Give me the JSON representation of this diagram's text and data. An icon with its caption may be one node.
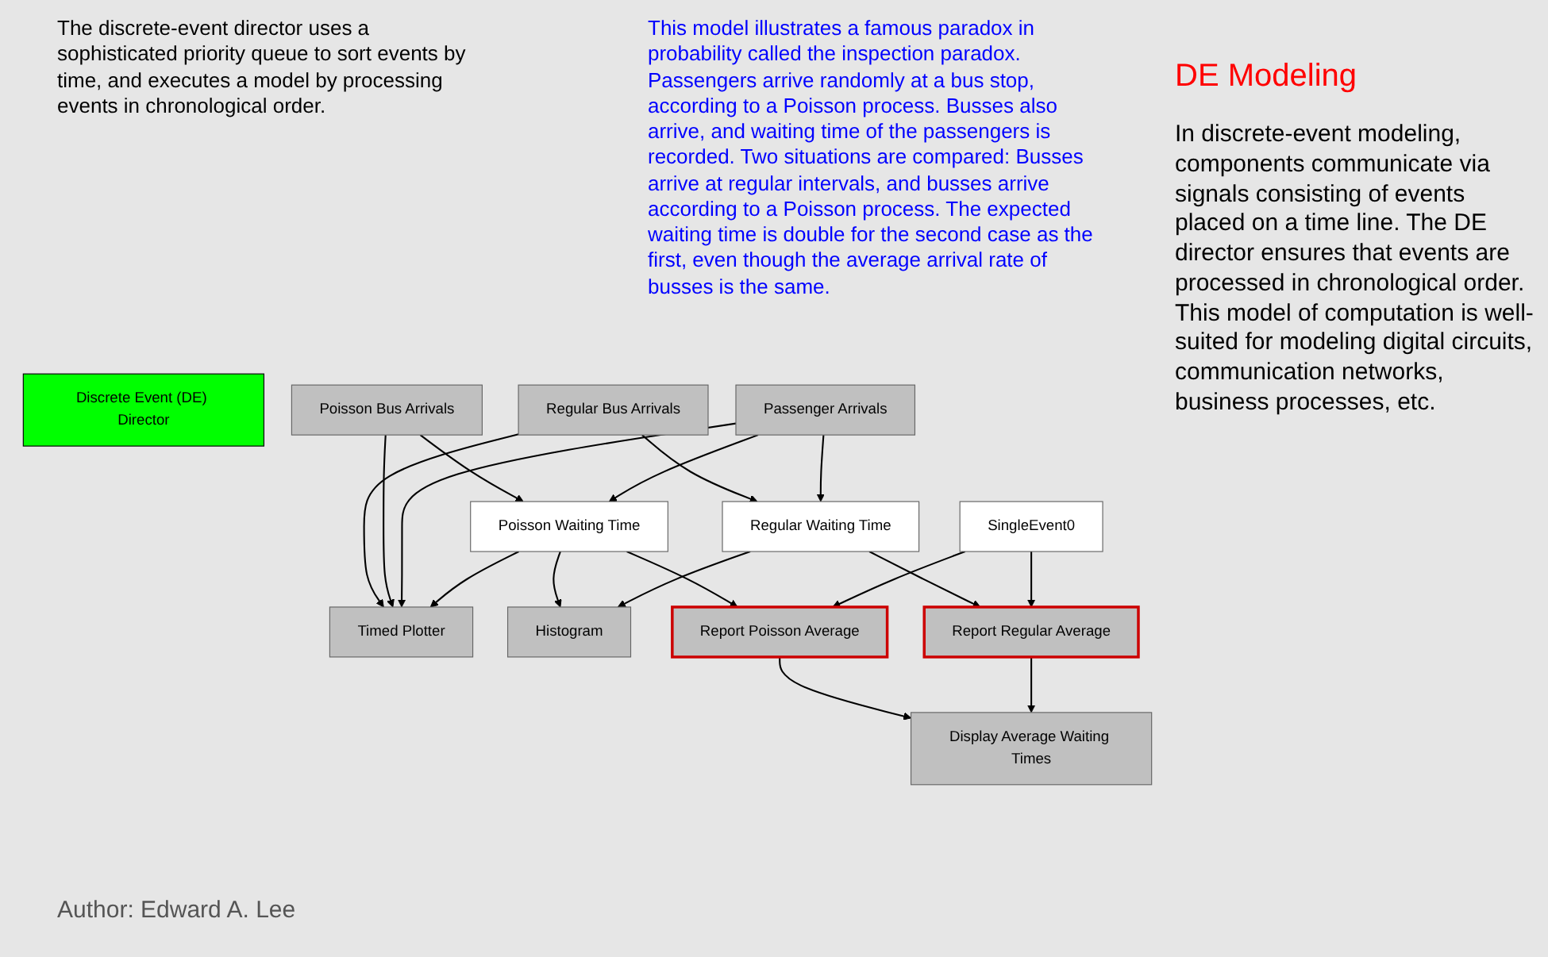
{
  "diagram": {
    "title": "DE Modeling",
    "nodes": [
      {
        "text": [
          "Discrete Event (DE) Director"
        ]
      },
      {
        "text": [
          "Regular Bus Arrivals"
        ]
      },
      {
        "text": [
          "Poisson Bus Arrivals"
        ]
      },
      {
        "text": [
          "Passenger Arrivals"
        ]
      },
      {
        "text": [
          "Timed Plotter"
        ]
      },
      {
        "text": [
          "Poisson Waiting Time"
        ]
      },
      {
        "text": [
          "Regular Waiting Time"
        ]
      },
      {
        "text": [
          "Histogram"
        ]
      },
      {
        "text": [
          "Report Poisson Average"
        ]
      },
      {
        "text": [
          "Report Regular Average"
        ]
      },
      {
        "text": [
          "Display Average Waiting Times"
        ]
      },
      {
        "text": [
          "SingleEvent0"
        ]
      }
    ],
    "edges": [
      {
        "from": 1,
        "to": 4,
        "arrow": "to"
      },
      {
        "from": 1,
        "to": 6,
        "arrow": "to"
      },
      {
        "from": 2,
        "to": 4,
        "arrow": "to"
      },
      {
        "from": 2,
        "to": 5,
        "arrow": "to"
      },
      {
        "from": 3,
        "to": 4,
        "arrow": "to"
      },
      {
        "from": 3,
        "to": 5,
        "arrow": "to"
      },
      {
        "from": 3,
        "to": 6,
        "arrow": "to"
      },
      {
        "from": 5,
        "to": 4,
        "arrow": "to"
      },
      {
        "from": 5,
        "to": 7,
        "arrow": "to"
      },
      {
        "from": 5,
        "to": 8,
        "arrow": "to"
      },
      {
        "from": 6,
        "to": 7,
        "arrow": "to"
      },
      {
        "from": 6,
        "to": 9,
        "arrow": "to"
      },
      {
        "from": 11,
        "to": 8,
        "arrow": "to"
      },
      {
        "from": 11,
        "to": 9,
        "arrow": "to"
      },
      {
        "from": 8,
        "to": 10,
        "arrow": "to"
      },
      {
        "from": 9,
        "to": 10,
        "arrow": "to"
      }
    ],
    "labels": [
      "The discrete-event director uses a sophisticated priority queue to sort events by time, and executes a model by processing events in chronological order.",
      "This model illustrates a famous paradox in probability called the inspection paradox. Passengers arrive randomly at a bus stop, according to a Poisson process. Busses also arrive, and waiting time of the passengers is recorded. Two situations are compared: Busses arrive at regular intervals, and busses arrive according to a Poisson process. The expected waiting time is double for the second case as the first, even though the average arrival rate of busses is the same.",
      "In discrete-event modeling, components communicate via signals consisting of events placed on a time line. The DE director ensures that events are processed in chronological order. This model of computation is well-suited for modeling digital circuits, communication networks, business processes, etc.",
      "Author: Edward A. Lee"
    ]
  }
}
